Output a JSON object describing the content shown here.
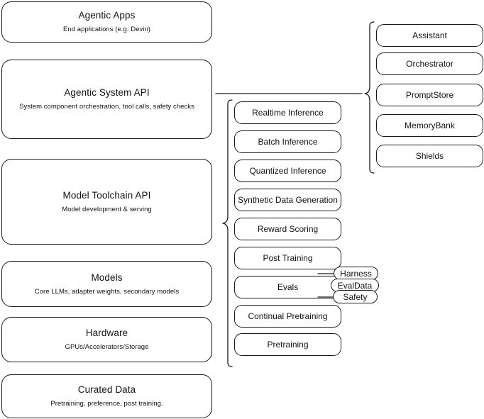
{
  "diagram": {
    "title": "Llama Stack layered architecture",
    "stroke_color": "#1a1a1a",
    "background_color": "#ffffff"
  },
  "layers": [
    {
      "name": "agentic-apps",
      "title": "Agentic Apps",
      "subtitle": "End applications (e.g. Devin)"
    },
    {
      "name": "agentic-system-api",
      "title": "Agentic System API",
      "subtitle": "System component orchestration, tool calls, safety checks"
    },
    {
      "name": "model-toolchain-api",
      "title": "Model Toolchain API",
      "subtitle": "Model development & serving"
    },
    {
      "name": "models",
      "title": "Models",
      "subtitle": "Core LLMs, adapter weights, secondary models"
    },
    {
      "name": "hardware",
      "title": "Hardware",
      "subtitle": "GPUs/Accelerators/Storage"
    },
    {
      "name": "curated-data",
      "title": "Curated Data",
      "subtitle": "Pretraining, preference, post training."
    }
  ],
  "toolchain_items": [
    {
      "name": "realtime-inference",
      "label": "Realtime Inference"
    },
    {
      "name": "batch-inference",
      "label": "Batch Inference"
    },
    {
      "name": "quantized-inference",
      "label": "Quantized Inference"
    },
    {
      "name": "synthetic-data-generation",
      "label": "Synthetic Data Generation"
    },
    {
      "name": "reward-scoring",
      "label": "Reward Scoring"
    },
    {
      "name": "post-training",
      "label": "Post Training"
    },
    {
      "name": "evals",
      "label": "Evals"
    },
    {
      "name": "continual-pretraining",
      "label": "Continual Pretraining"
    },
    {
      "name": "pretraining",
      "label": "Pretraining"
    }
  ],
  "agentic_system_items": [
    {
      "name": "assistant",
      "label": "Assistant"
    },
    {
      "name": "orchestrator",
      "label": "Orchestrator"
    },
    {
      "name": "promptstore",
      "label": "PromptStore"
    },
    {
      "name": "memorybank",
      "label": "MemoryBank"
    },
    {
      "name": "shields",
      "label": "Shields"
    }
  ],
  "evals_badges": [
    {
      "name": "harness",
      "label": "Harness"
    },
    {
      "name": "evaldata",
      "label": "EvalData"
    },
    {
      "name": "safety",
      "label": "Safety"
    }
  ]
}
